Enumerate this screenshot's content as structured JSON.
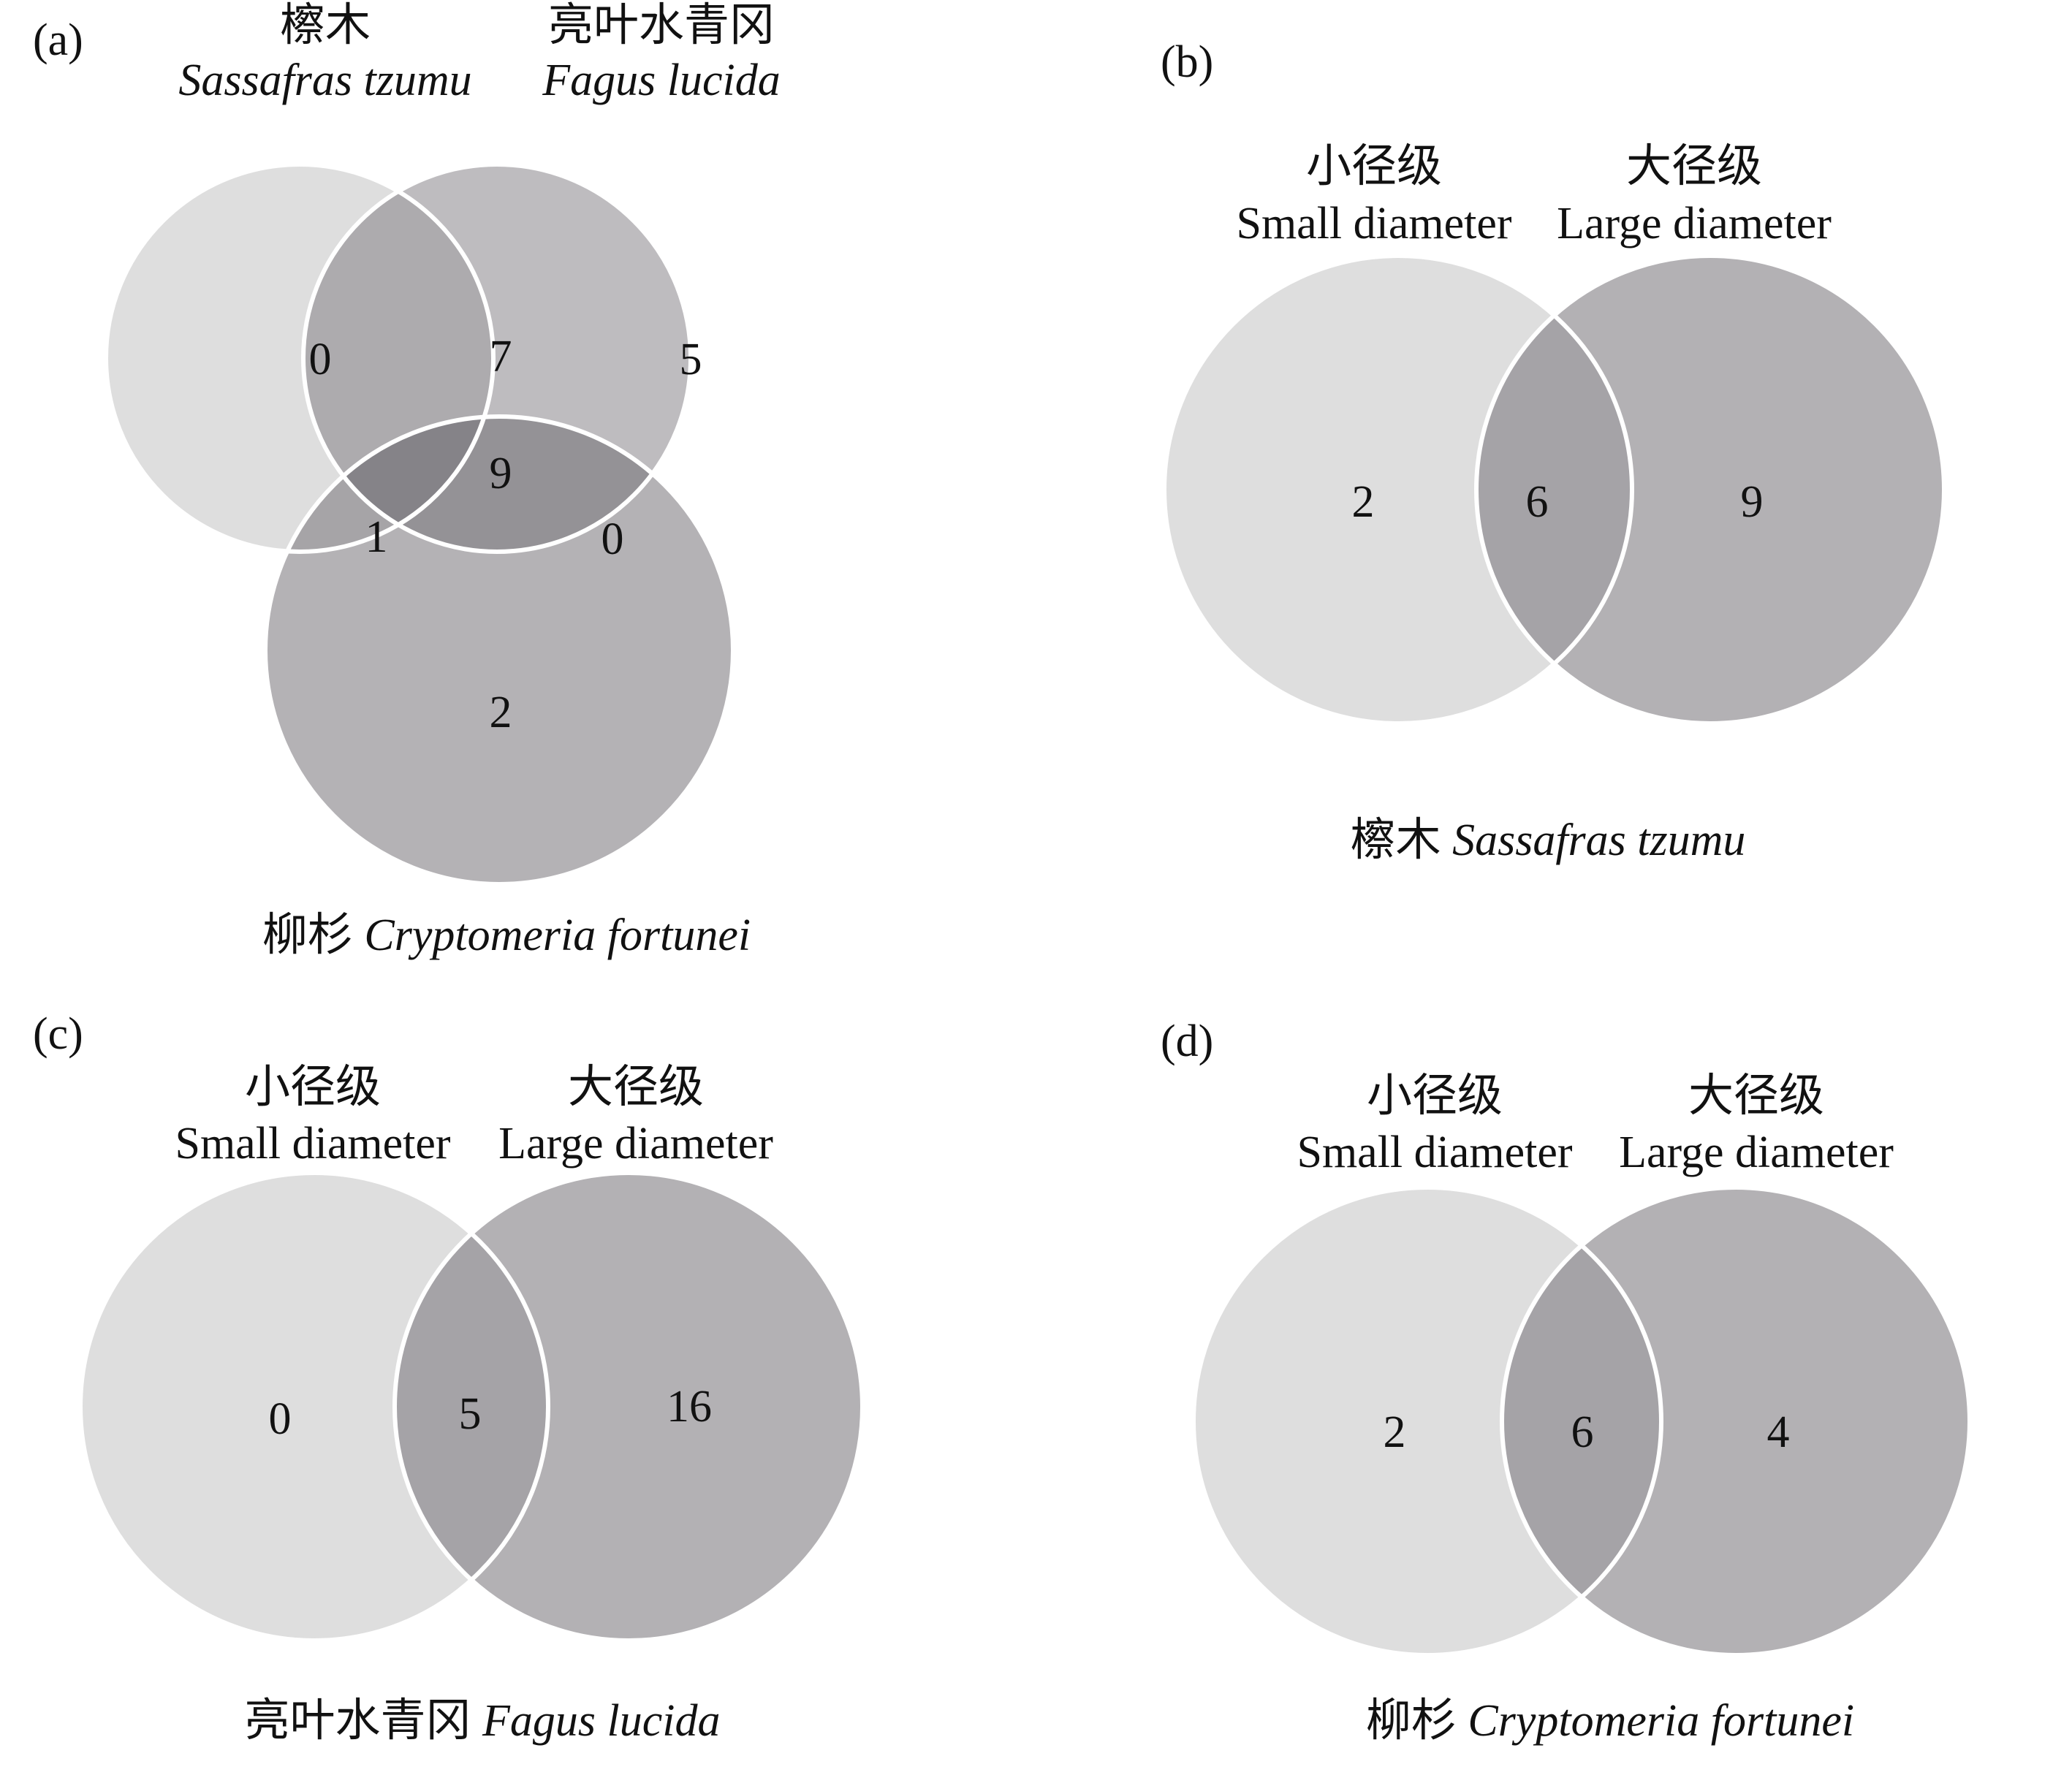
{
  "panels": [
    {
      "label": "(a)",
      "sets": [
        {
          "cn": "檫木",
          "latin": "Sassafras tzumu",
          "color": "#dedede"
        },
        {
          "cn": "亮叶水青冈",
          "latin": "Fagus lucida",
          "color": "#bebcbf"
        },
        {
          "cn": "柳杉",
          "latin": "Cryptomeria fortunei",
          "color": "#b4b2b5"
        }
      ],
      "regions": {
        "only_1": "0",
        "only_2": "5",
        "only_3": "2",
        "r12": "7",
        "r13": "1",
        "r23": "0",
        "r123": "9"
      },
      "colors": {
        "r12": "#adabae",
        "r13": "#a6a4a7",
        "r23": "#949296",
        "r123": "#858388"
      }
    },
    {
      "label": "(b)",
      "left": {
        "cn": "小径级",
        "en": "Small diameter",
        "color": "#dedede"
      },
      "right": {
        "cn": "大径级",
        "en": "Large diameter",
        "color": "#b3b1b4"
      },
      "values": {
        "left_only": "2",
        "overlap": "6",
        "right_only": "9"
      },
      "overlap_color": "#a5a3a7",
      "species_cn": "檫木",
      "species_latin": "Sassafras tzumu"
    },
    {
      "label": "(c)",
      "left": {
        "cn": "小径级",
        "en": "Small diameter",
        "color": "#dedede"
      },
      "right": {
        "cn": "大径级",
        "en": "Large diameter",
        "color": "#b3b1b4"
      },
      "values": {
        "left_only": "0",
        "overlap": "5",
        "right_only": "16"
      },
      "overlap_color": "#a5a3a7",
      "species_cn": "亮叶水青冈",
      "species_latin": "Fagus lucida"
    },
    {
      "label": "(d)",
      "left": {
        "cn": "小径级",
        "en": "Small diameter",
        "color": "#dedede"
      },
      "right": {
        "cn": "大径级",
        "en": "Large diameter",
        "color": "#b3b1b4"
      },
      "values": {
        "left_only": "2",
        "overlap": "6",
        "right_only": "4"
      },
      "overlap_color": "#a5a3a7",
      "species_cn": "柳杉",
      "species_latin": "Cryptomeria fortunei"
    }
  ]
}
